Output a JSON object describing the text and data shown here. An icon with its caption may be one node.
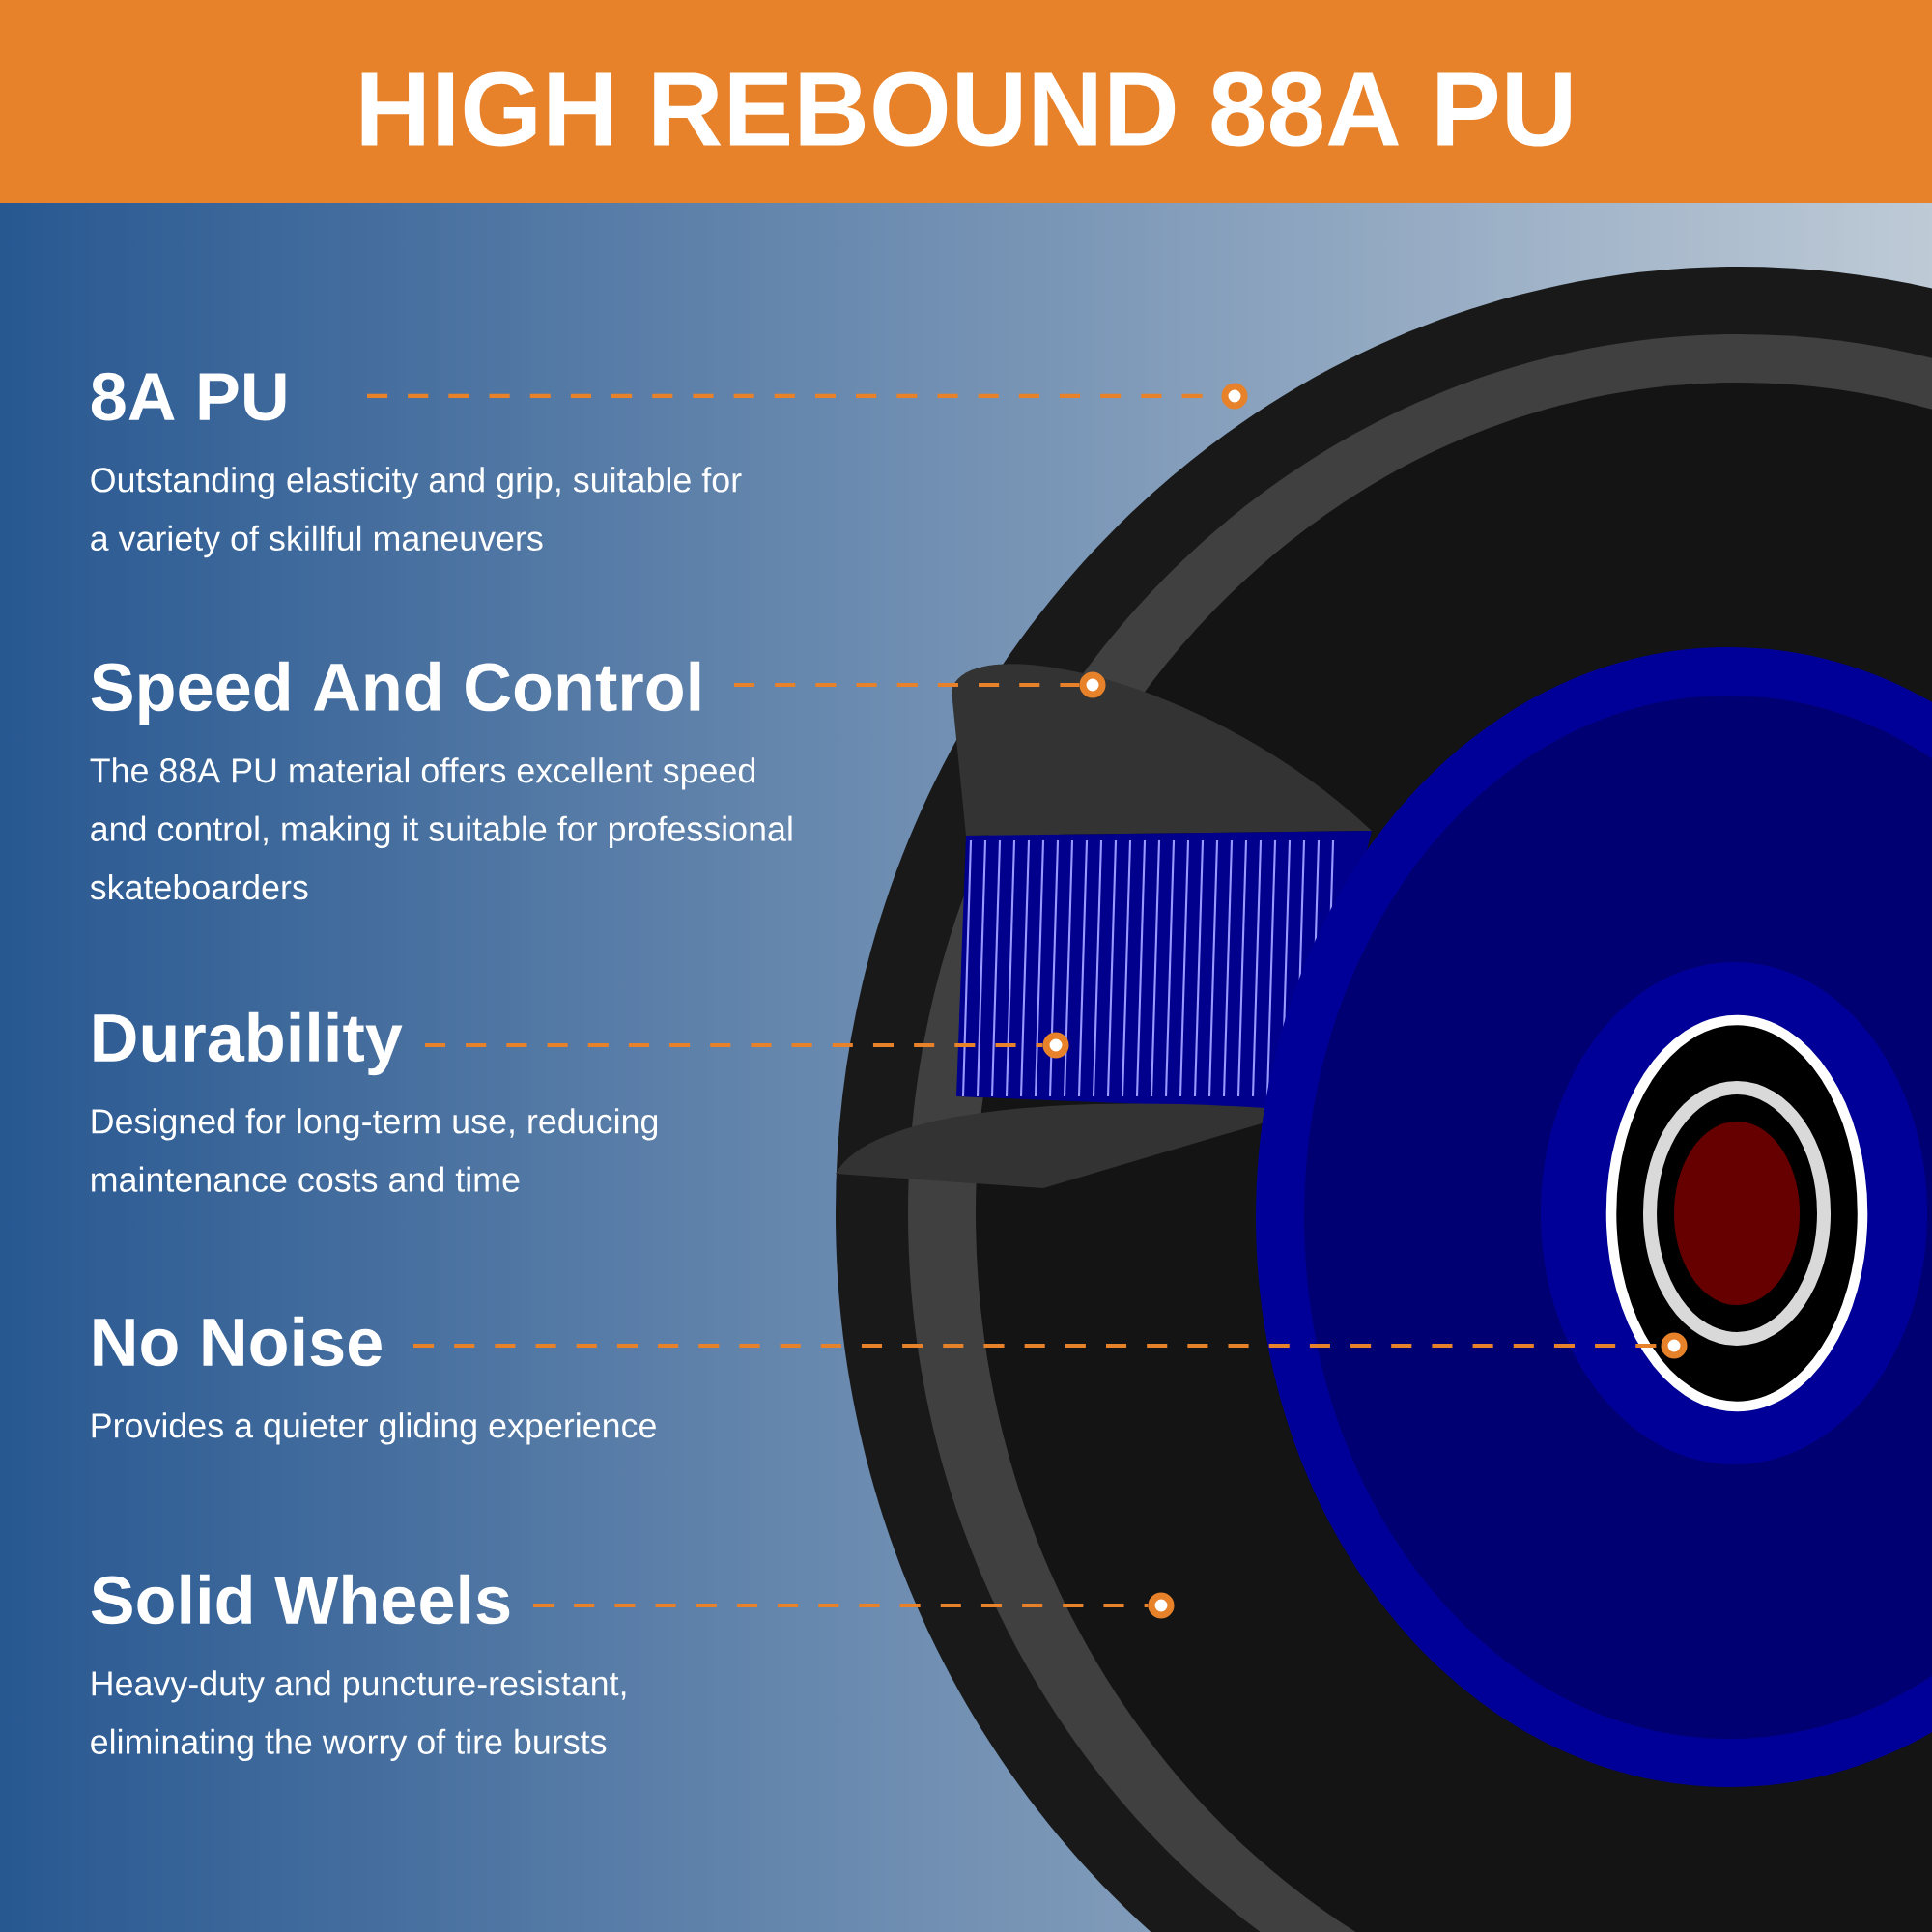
{
  "diagram": {
    "title": "HIGH REBOUND 88A PU",
    "nodes": [
      {
        "text": [
          "8A PU",
          "Outstanding elasticity and grip, suitable for a variety of skillful maneuvers"
        ]
      },
      {
        "text": [
          "Speed And Control",
          "The 88A PU material offers excellent speed and control, making it suitable for professional skateboarders"
        ]
      },
      {
        "text": [
          "Durability",
          "Designed for long-term use, reducing maintenance costs and time"
        ]
      },
      {
        "text": [
          "No Noise",
          "Provides a quieter gliding experience"
        ]
      },
      {
        "text": [
          "Solid Wheels",
          "Heavy-duty and puncture-resistant, eliminating the worry of tire bursts"
        ]
      },
      {
        "text": [],
        "shape": "circle"
      },
      {
        "text": [],
        "shape": "circle"
      },
      {
        "text": [],
        "shape": "circle"
      },
      {
        "text": [],
        "shape": "circle"
      },
      {
        "text": [],
        "shape": "circle"
      }
    ],
    "edges": [
      {
        "from": 0,
        "to": 5,
        "arrow": "none",
        "style": "dashed"
      },
      {
        "from": 1,
        "to": 6,
        "arrow": "none",
        "style": "dashed"
      },
      {
        "from": 2,
        "to": 7,
        "arrow": "none",
        "style": "dashed"
      },
      {
        "from": 3,
        "to": 8,
        "arrow": "none",
        "style": "dashed"
      },
      {
        "from": 4,
        "to": 9,
        "arrow": "none",
        "style": "dashed"
      }
    ]
  }
}
